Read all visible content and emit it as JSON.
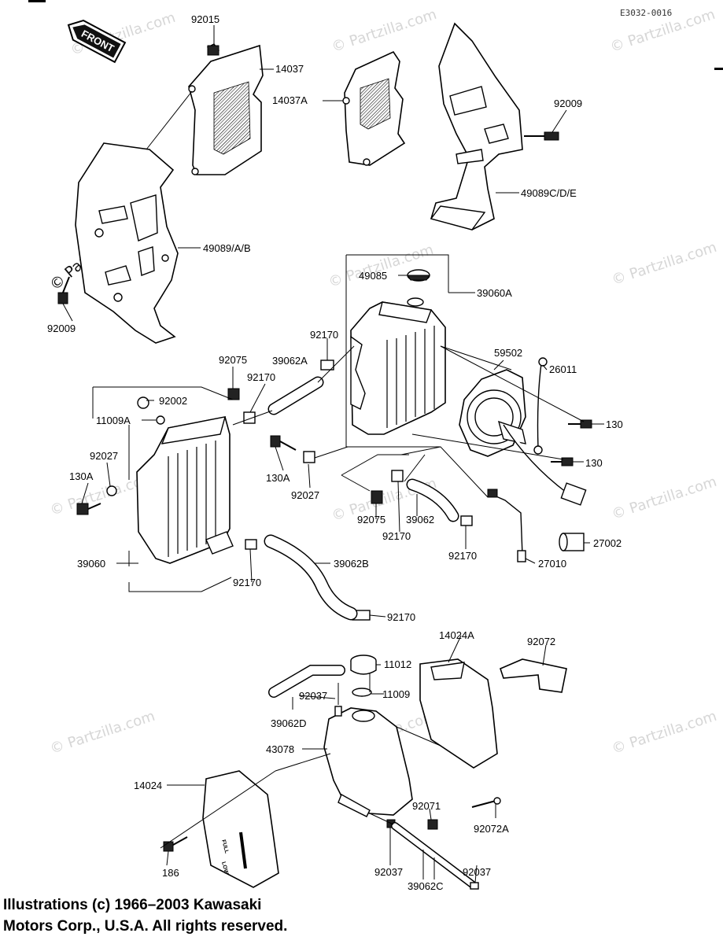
{
  "diagram_code": "E3032-0016",
  "front_label": "FRONT",
  "watermark": "© Partzilla.com",
  "copyright": {
    "line1": "Illustrations (c) 1966–2003 Kawasaki",
    "line2": "Motors Corp., U.S.A.  All rights reserved."
  },
  "labels": {
    "p92015": "92015",
    "p14037": "14037",
    "p14037a": "14037A",
    "p92009_top": "92009",
    "p49089cde": "49089C/D/E",
    "p49089ab": "49089/A/B",
    "p92009_left": "92009",
    "p49085": "49085",
    "p39060a": "39060A",
    "p92170_a": "92170",
    "p39062a": "39062A",
    "p92075_top": "92075",
    "p92170_b": "92170",
    "p92002": "92002",
    "p11009a": "11009A",
    "p59502": "59502",
    "p26011": "26011",
    "p130_a": "130",
    "p130_b": "130",
    "p92027_left": "92027",
    "p130a_left": "130A",
    "p130a_mid": "130A",
    "p92027_mid": "92027",
    "p92075_mid": "92075",
    "p39062": "39062",
    "p92170_c": "92170",
    "p92170_d": "92170",
    "p27002": "27002",
    "p27010": "27010",
    "p39060": "39060",
    "p39062b": "39062B",
    "p92170_e": "92170",
    "p92170_f": "92170",
    "p14024a": "14024A",
    "p92072": "92072",
    "p11012": "11012",
    "p11009": "11009",
    "p92037_top": "92037",
    "p39062d": "39062D",
    "p43078": "43078",
    "p14024": "14024",
    "p92071": "92071",
    "p92072a": "92072A",
    "p186": "186",
    "p92037_bl": "92037",
    "p92037_br": "92037",
    "p39062c": "39062C"
  },
  "tank_marks": {
    "full": "FULL",
    "low": "LOW"
  }
}
